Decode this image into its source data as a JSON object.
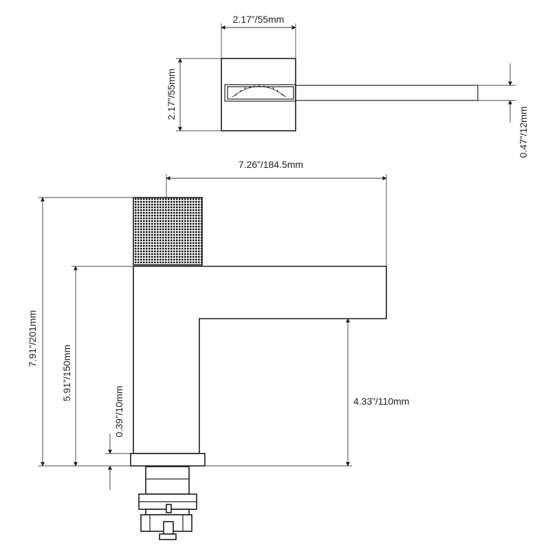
{
  "dimensions": {
    "top_width": "2.17”/55mm",
    "top_height": "2.17”/55mm",
    "spout_thickness": "0.47”/12mm",
    "overall_length": "7.26”/184.5mm",
    "overall_height": "7.91”/201mm",
    "spout_height": "5.91”/150mm",
    "base_height": "0.39”/10mm",
    "outlet_height": "4.33”/110mm"
  },
  "colors": {
    "line": "#222222",
    "knurl": "#1a1a1a",
    "background": "#ffffff"
  }
}
